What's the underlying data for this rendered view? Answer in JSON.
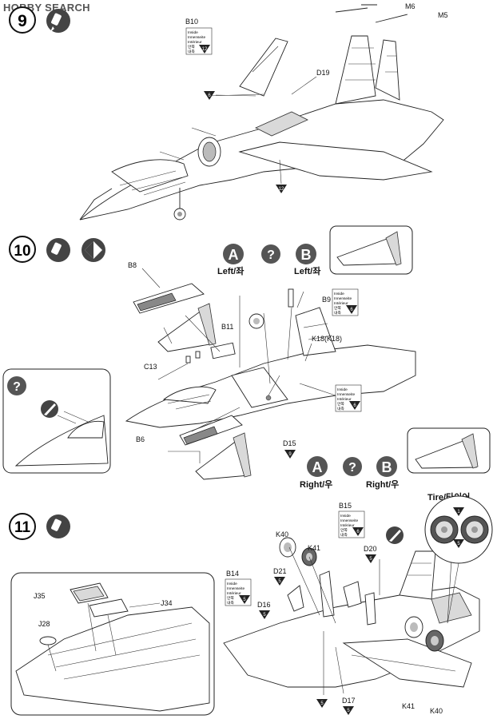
{
  "watermark": "HOBBY SEARCH",
  "steps": [
    {
      "number": "9",
      "icons": [
        "glue-icon"
      ]
    },
    {
      "number": "10",
      "icons": [
        "glue-icon",
        "choice-diamond-icon"
      ]
    },
    {
      "number": "11",
      "icons": [
        "glue-icon"
      ]
    }
  ],
  "step9_labels": {
    "b10": "B10",
    "d19": "D19",
    "m6": "M6",
    "m5": "M5",
    "color6": "6",
    "color12": "12"
  },
  "step10_labels": {
    "b8": "B8",
    "b11": "B11",
    "b9": "B9",
    "c13": "C13",
    "k18": "K18(K18)",
    "b6": "B6",
    "d15": "D15",
    "d15_color": "9",
    "b9_color": "6",
    "b6_color": "6",
    "option_a": "A",
    "option_b": "B",
    "question": "?",
    "left_a": "Left/좌",
    "left_b": "Left/좌",
    "right_a": "Right/우",
    "right_b": "Right/우"
  },
  "step11_labels": {
    "k40": "K40",
    "k41": "K41",
    "b15": "B15",
    "d20": "D20",
    "d21": "D21",
    "b14": "B14",
    "d16": "D16",
    "d17": "D17",
    "j35": "J35",
    "j34": "J34",
    "j28": "J28",
    "k41b": "K41",
    "k40b": "K40",
    "tire": "Tire/타이어",
    "b15_color": "6",
    "b14_color": "5",
    "d20_color": "5",
    "d21_color": "5",
    "d16_color": "5",
    "d17_color": "5",
    "arrow5": "5",
    "tire_c1": "1",
    "tire_c2": "5"
  },
  "inside_tag": {
    "line1": "Inside",
    "line2": "Innenseite",
    "line3": "Intérieur",
    "line4": "안쪽",
    "line5": "내측"
  }
}
